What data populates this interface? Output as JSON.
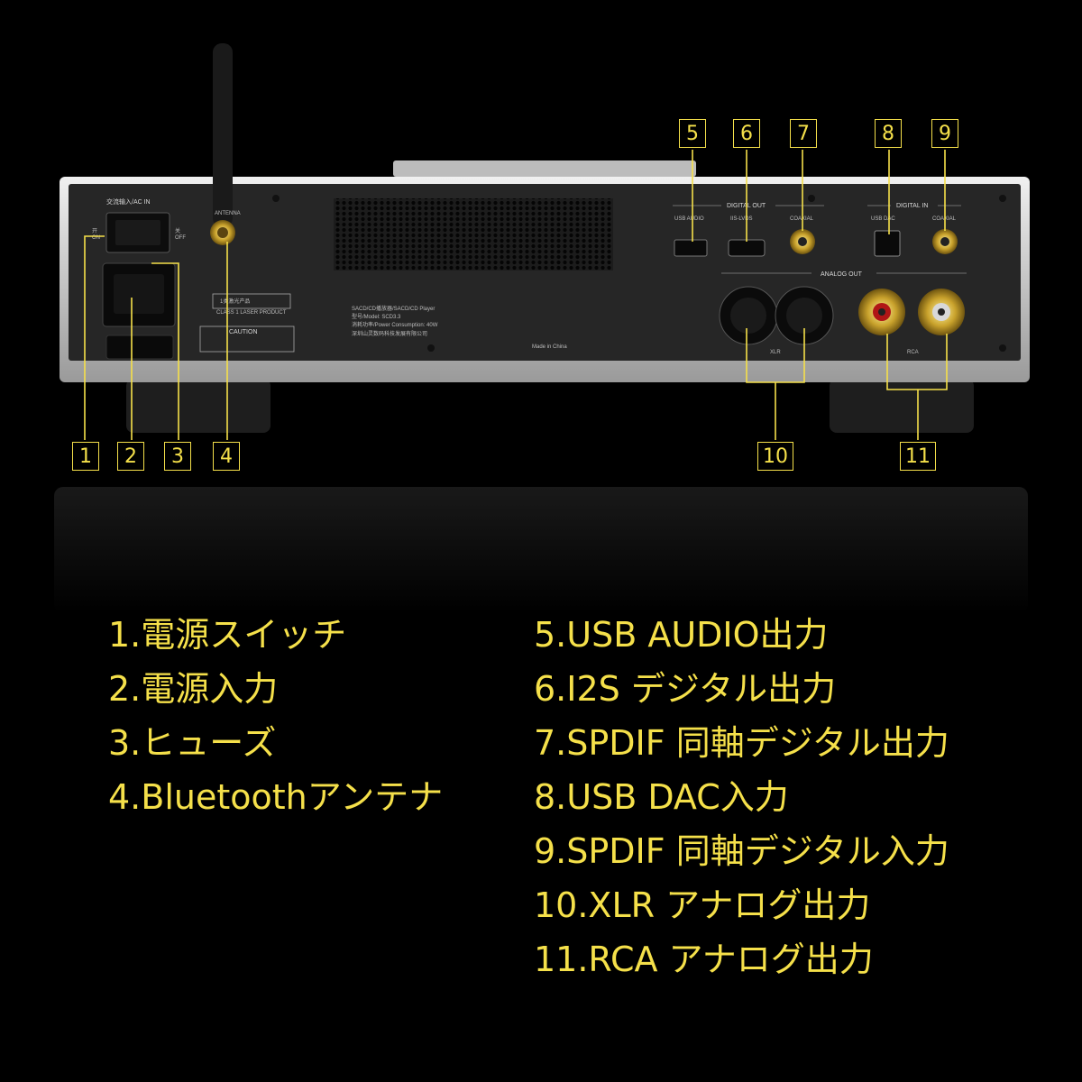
{
  "colors": {
    "accent": "#f5e04a",
    "background": "#000000",
    "panel": "#2a2a2a",
    "chassis": "#d9d9d9"
  },
  "panel_labels": {
    "ac_in": "交流输入/AC IN",
    "switch_on": "开",
    "switch_on_en": "ON",
    "switch_off": "关",
    "switch_off_en": "OFF",
    "antenna": "ANTENNA",
    "laser_cn": "1类激光产品",
    "laser_en": "CLASS 1 LASER PRODUCT",
    "caution": "CAUTION",
    "model_line1": "SACD/CD播放器/SACD/CD Player",
    "model_line2": "型号/Model: SCD3.3",
    "model_line3": "消耗功率/Power Consumption: 40W",
    "maker": "深圳山灵数码科技发展有限公司",
    "made_in": "Made in China",
    "digital_out": "DIGITAL OUT",
    "digital_in": "DIGITAL IN",
    "usb_audio": "USB AUDIO",
    "iis_lvds": "IIS-LVDS",
    "coaxial_out": "COAXIAL",
    "usb_dac": "USB DAC",
    "coaxial_in": "COAXIAL",
    "analog_out": "ANALOG OUT",
    "xlr": "XLR",
    "rca": "RCA"
  },
  "callouts": [
    "1",
    "2",
    "3",
    "4",
    "5",
    "6",
    "7",
    "8",
    "9",
    "10",
    "11"
  ],
  "legend_left": [
    "1.電源スイッチ",
    "2.電源入力",
    "3.ヒューズ",
    "4.Bluetoothアンテナ"
  ],
  "legend_right": [
    "5.USB AUDIO出力",
    "6.I2S デジタル出力",
    "7.SPDIF 同軸デジタル出力",
    "8.USB DAC入力",
    "9.SPDIF 同軸デジタル入力",
    "10.XLR アナログ出力",
    "11.RCA アナログ出力"
  ]
}
